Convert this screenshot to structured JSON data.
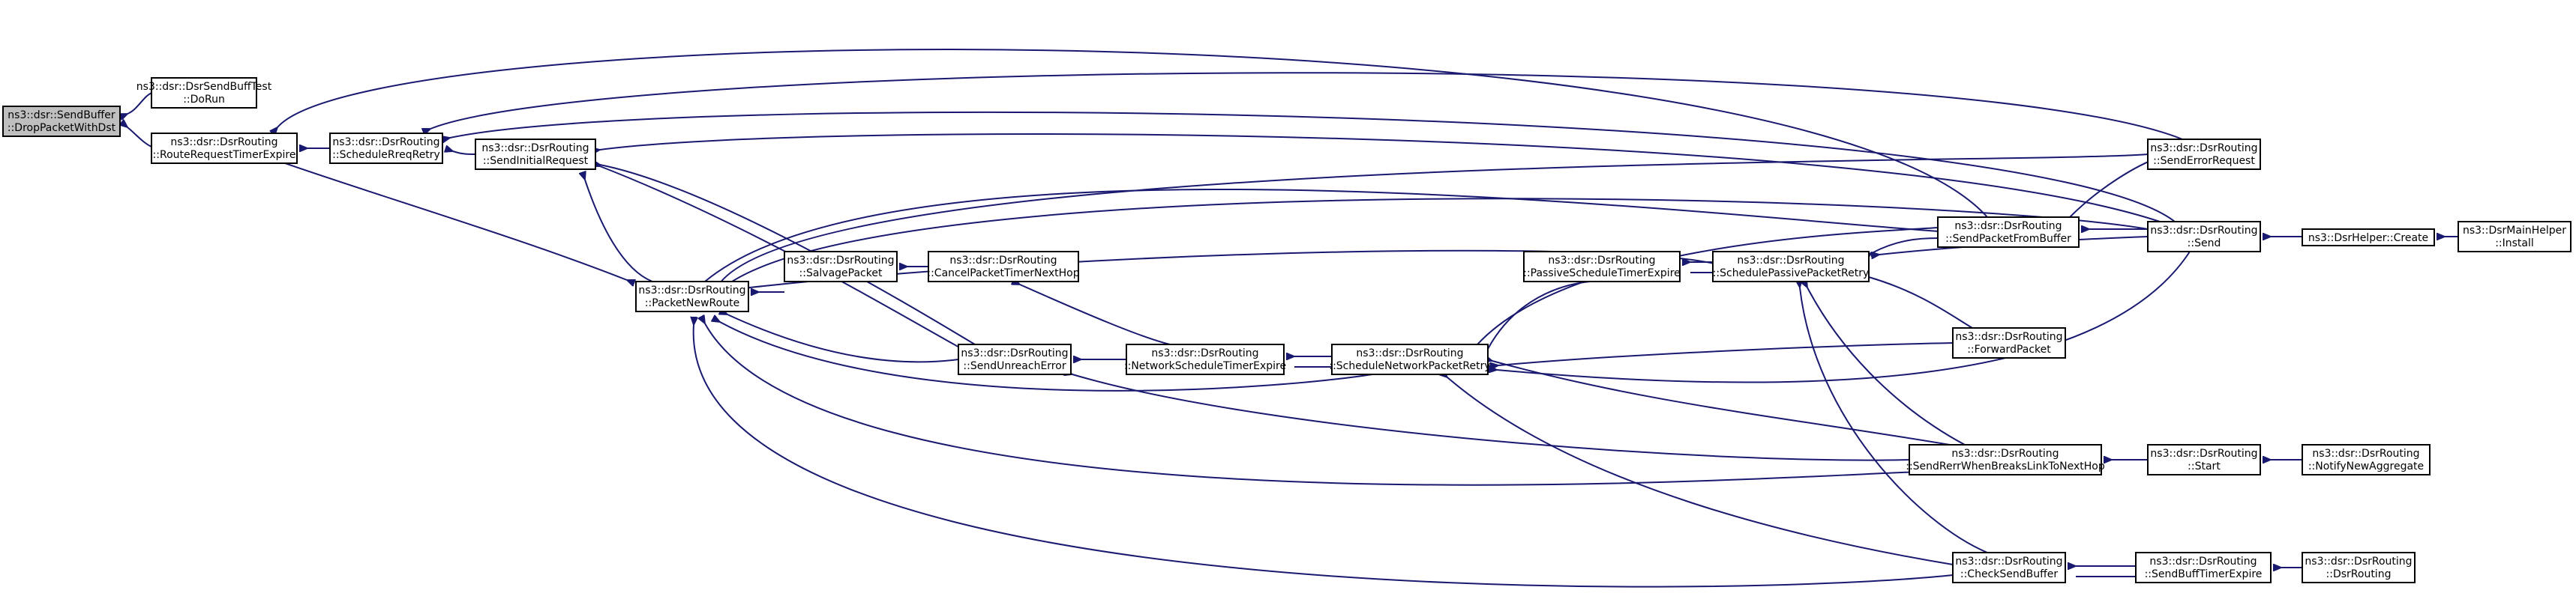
{
  "colors": {
    "edge": "#191970",
    "root_fill": "#bfbfbf",
    "node_fill": "#ffffff"
  },
  "nodes": [
    {
      "id": "drop",
      "root": true,
      "lines": [
        "ns3::dsr::SendBuffer",
        "::DropPacketWithDst"
      ]
    },
    {
      "id": "dorun",
      "lines": [
        "ns3::dsr::DsrSendBuffTest",
        "::DoRun"
      ]
    },
    {
      "id": "rrte",
      "lines": [
        "ns3::dsr::DsrRouting",
        "::RouteRequestTimerExpire"
      ]
    },
    {
      "id": "srr",
      "lines": [
        "ns3::dsr::DsrRouting",
        "::ScheduleRreqRetry"
      ]
    },
    {
      "id": "sir",
      "lines": [
        "ns3::dsr::DsrRouting",
        "::SendInitialRequest"
      ]
    },
    {
      "id": "pnr",
      "lines": [
        "ns3::dsr::DsrRouting",
        "::PacketNewRoute"
      ]
    },
    {
      "id": "salv",
      "lines": [
        "ns3::dsr::DsrRouting",
        "::SalvagePacket"
      ]
    },
    {
      "id": "cptnh",
      "lines": [
        "ns3::dsr::DsrRouting",
        "::CancelPacketTimerNextHop"
      ]
    },
    {
      "id": "sue",
      "lines": [
        "ns3::dsr::DsrRouting",
        "::SendUnreachError"
      ]
    },
    {
      "id": "nste",
      "lines": [
        "ns3::dsr::DsrRouting",
        "::NetworkScheduleTimerExpire"
      ]
    },
    {
      "id": "snpr",
      "lines": [
        "ns3::dsr::DsrRouting",
        "::ScheduleNetworkPacketRetry"
      ]
    },
    {
      "id": "pste",
      "lines": [
        "ns3::dsr::DsrRouting",
        "::PassiveScheduleTimerExpire"
      ]
    },
    {
      "id": "sppr",
      "lines": [
        "ns3::dsr::DsrRouting",
        "::SchedulePassivePacketRetry"
      ]
    },
    {
      "id": "spfb",
      "lines": [
        "ns3::dsr::DsrRouting",
        "::SendPacketFromBuffer"
      ]
    },
    {
      "id": "fwd",
      "lines": [
        "ns3::dsr::DsrRouting",
        "::ForwardPacket"
      ]
    },
    {
      "id": "srwb",
      "lines": [
        "ns3::dsr::DsrRouting",
        "::SendRerrWhenBreaksLinkToNextHop"
      ]
    },
    {
      "id": "csb",
      "lines": [
        "ns3::dsr::DsrRouting",
        "::CheckSendBuffer"
      ]
    },
    {
      "id": "ser",
      "lines": [
        "ns3::dsr::DsrRouting",
        "::SendErrorRequest"
      ]
    },
    {
      "id": "send",
      "lines": [
        "ns3::dsr::DsrRouting",
        "::Send"
      ]
    },
    {
      "id": "start",
      "lines": [
        "ns3::dsr::DsrRouting",
        "::Start"
      ]
    },
    {
      "id": "sbte",
      "lines": [
        "ns3::dsr::DsrRouting",
        "::SendBuffTimerExpire"
      ]
    },
    {
      "id": "create",
      "lines": [
        "ns3::DsrHelper::Create"
      ]
    },
    {
      "id": "nna",
      "lines": [
        "ns3::dsr::DsrRouting",
        "::NotifyNewAggregate"
      ]
    },
    {
      "id": "ctor",
      "lines": [
        "ns3::dsr::DsrRouting",
        "::DsrRouting"
      ]
    },
    {
      "id": "install",
      "lines": [
        "ns3::DsrMainHelper",
        "::Install"
      ]
    }
  ]
}
